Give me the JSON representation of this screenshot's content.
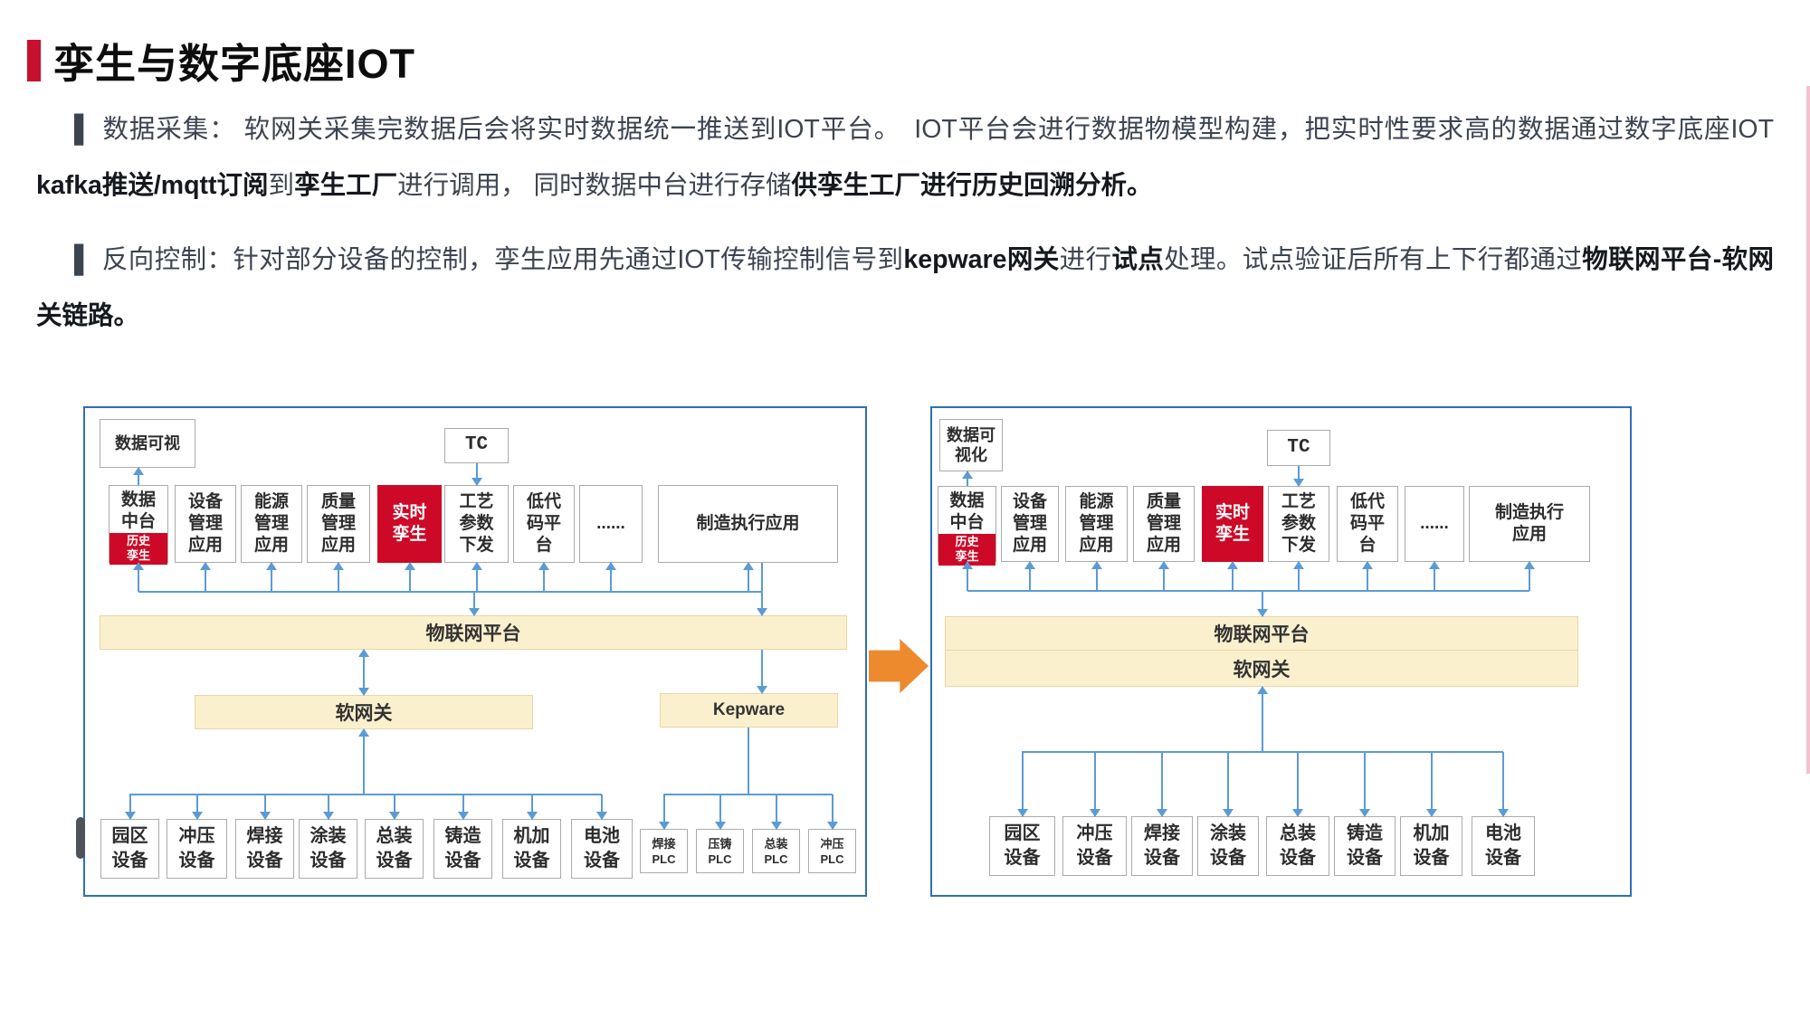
{
  "header": {
    "title": "孪生与数字底座IOT",
    "accent_color": "#C8102E"
  },
  "paragraphs": [
    {
      "marker": "▌",
      "segments": [
        {
          "text": "数据采集： 软网关采集完数据后会将实时数据统一推送到IOT平台。　IOT平台会进行数据物模型构建，把实时性要求高的数据通过数字底座IOT ",
          "bold": false
        },
        {
          "text": "kafka推送/mqtt订阅",
          "bold": true
        },
        {
          "text": "到",
          "bold": false
        },
        {
          "text": "孪生工厂",
          "bold": true
        },
        {
          "text": "进行调用， 同时数据中台进行存储",
          "bold": false
        },
        {
          "text": "供孪生工厂进行历史回溯分析。",
          "bold": true
        }
      ]
    },
    {
      "marker": "▌",
      "segments": [
        {
          "text": "反向控制：针对部分设备的控制，孪生应用先通过IOT传输控制信号到",
          "bold": false
        },
        {
          "text": "kepware网关",
          "bold": true
        },
        {
          "text": "进行",
          "bold": false
        },
        {
          "text": "试点",
          "bold": true
        },
        {
          "text": "处理。试点验证后所有上下行都通",
          "bold": false
        },
        {
          "text": "过",
          "bold": false
        },
        {
          "text": "物联网平台-软网关链路。",
          "bold": true
        }
      ]
    }
  ],
  "diagram": {
    "arrow_color": "#5B9BD5",
    "bar_color": "#FBF0CE",
    "red_color": "#CE0927",
    "left_panel": {
      "visual_box": "数据可视",
      "tc_box": "TC",
      "apps": [
        {
          "label": "数据\n中台",
          "sub_label": "历史\n孪生"
        },
        {
          "label": "设备\n管理\n应用"
        },
        {
          "label": "能源\n管理\n应用"
        },
        {
          "label": "质量\n管理\n应用"
        },
        {
          "label": "实时\n孪生",
          "red": true
        },
        {
          "label": "工艺\n参数\n下发"
        },
        {
          "label": "低代\n码平\n台"
        },
        {
          "label": "......"
        },
        {
          "label": "制造执行应用"
        }
      ],
      "iot_platform_bar": "物联网平台",
      "soft_gateway_bar": "软网关",
      "kepware_bar": "Kepware",
      "devices": [
        "园区\n设备",
        "冲压\n设备",
        "焊接\n设备",
        "涂装\n设备",
        "总装\n设备",
        "铸造\n设备",
        "机加\n设备",
        "电池\n设备"
      ],
      "plcs": [
        "焊接\nPLC",
        "压铸\nPLC",
        "总装\nPLC",
        "冲压\nPLC"
      ]
    },
    "right_panel": {
      "visual_box": "数据可\n视化",
      "tc_box": "TC",
      "apps": [
        {
          "label": "数据\n中台",
          "sub_label": "历史\n孪生"
        },
        {
          "label": "设备\n管理\n应用"
        },
        {
          "label": "能源\n管理\n应用"
        },
        {
          "label": "质量\n管理\n应用"
        },
        {
          "label": "实时\n孪生",
          "red": true
        },
        {
          "label": "工艺\n参数\n下发"
        },
        {
          "label": "低代\n码平\n台"
        },
        {
          "label": "......"
        },
        {
          "label": "制造执行\n应用"
        }
      ],
      "iot_platform_bar": "物联网平台",
      "soft_gateway_bar": "软网关",
      "devices": [
        "园区\n设备",
        "冲压\n设备",
        "焊接\n设备",
        "涂装\n设备",
        "总装\n设备",
        "铸造\n设备",
        "机加\n设备",
        "电池\n设备"
      ]
    }
  }
}
